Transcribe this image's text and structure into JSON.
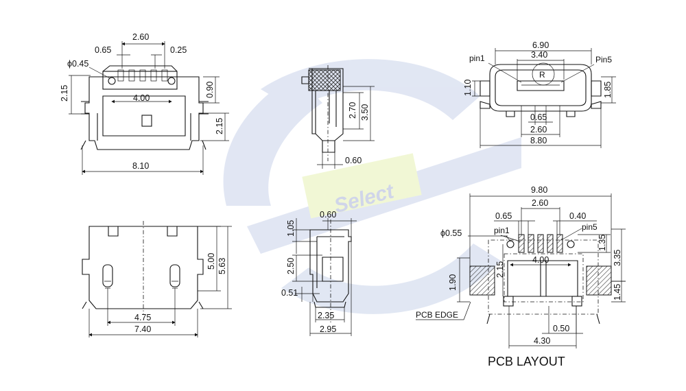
{
  "labels": {
    "pcb_layout_title": "PCB LAYOUT",
    "pin1_top": "pin1",
    "pin5_top": "Pin5",
    "pin1_layout": "pin1",
    "pin5_layout": "pin5",
    "pcb_edge": "PCB EDGE",
    "watermark": "Select",
    "registered_mark": "R"
  },
  "front_view": {
    "d_260": "2.60",
    "d_065": "0.65",
    "d_025": "0.25",
    "d_phi045": "ϕ0.45",
    "d_215_left": "2.15",
    "d_400": "4.00",
    "d_090": "0.90",
    "d_215_right": "2.15",
    "d_810": "8.10"
  },
  "side_view_top": {
    "d_270": "2.70",
    "d_350": "3.50",
    "d_060": "0.60"
  },
  "end_view_top": {
    "d_690": "6.90",
    "d_340": "3.40",
    "d_110": "1.10",
    "d_185": "1.85",
    "d_065": "0.65",
    "d_260": "2.60",
    "d_880": "8.80"
  },
  "bottom_view": {
    "d_500": "5.00",
    "d_563": "5.63",
    "d_475": "4.75",
    "d_740": "7.40"
  },
  "side_view_bottom": {
    "d_060": "0.60",
    "d_105": "1.05",
    "d_250": "2.50",
    "d_051": "0.51",
    "d_235": "2.35",
    "d_295": "2.95"
  },
  "pcb_layout": {
    "d_980": "9.80",
    "d_065": "0.65",
    "d_260": "2.60",
    "d_040": "0.40",
    "d_phi055": "ϕ0.55",
    "d_135": "1.35",
    "d_335": "3.35",
    "d_400": "4.00",
    "d_215": "2.15",
    "d_190": "1.90",
    "d_145": "1.45",
    "d_050": "0.50",
    "d_430": "4.30"
  }
}
